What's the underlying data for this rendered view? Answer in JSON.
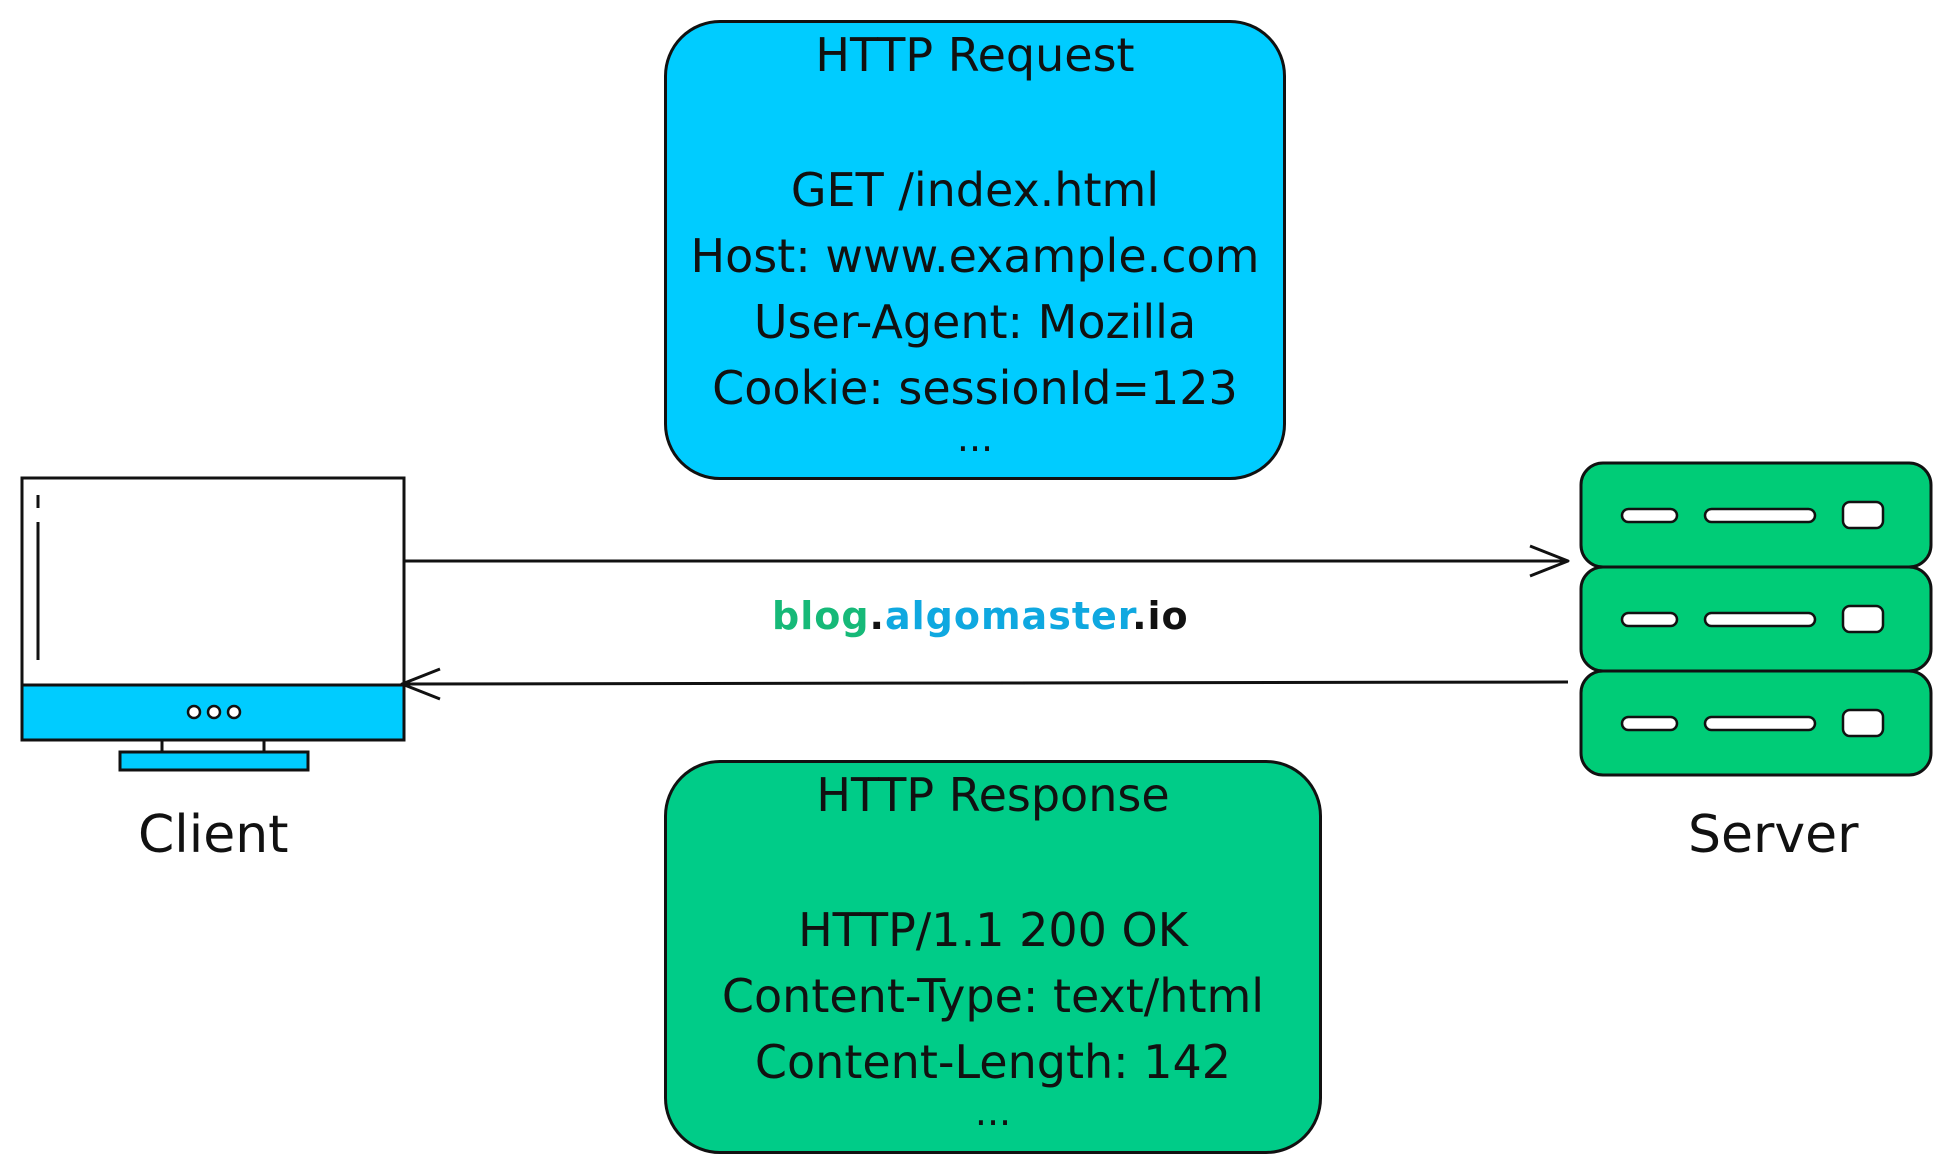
{
  "colors": {
    "request_fill": "#00CCFF",
    "response_fill": "#00CC88",
    "server_fill": "#00CC77",
    "client_accent": "#00CCFF",
    "stroke": "#111111",
    "watermark_blog": "#16B978",
    "watermark_algomaster": "#0FA8E0",
    "watermark_dark": "#111111"
  },
  "request": {
    "title": "HTTP Request",
    "lines": [
      "GET /index.html",
      "Host: www.example.com",
      "User-Agent: Mozilla",
      "Cookie: sessionId=123"
    ],
    "ellipsis": "..."
  },
  "response": {
    "title": "HTTP Response",
    "lines": [
      "HTTP/1.1 200 OK",
      "Content-Type: text/html",
      "Content-Length: 142"
    ],
    "ellipsis": "..."
  },
  "client": {
    "label": "Client",
    "icon": "computer-monitor-icon"
  },
  "server": {
    "label": "Server",
    "icon": "server-rack-icon",
    "units": 3
  },
  "watermark": {
    "part1": "blog",
    "dot1": ".",
    "part2": "algomaster",
    "dot2": ".",
    "part3": "io"
  },
  "arrows": [
    {
      "from": "Client",
      "to": "Server"
    },
    {
      "from": "Server",
      "to": "Client"
    }
  ]
}
